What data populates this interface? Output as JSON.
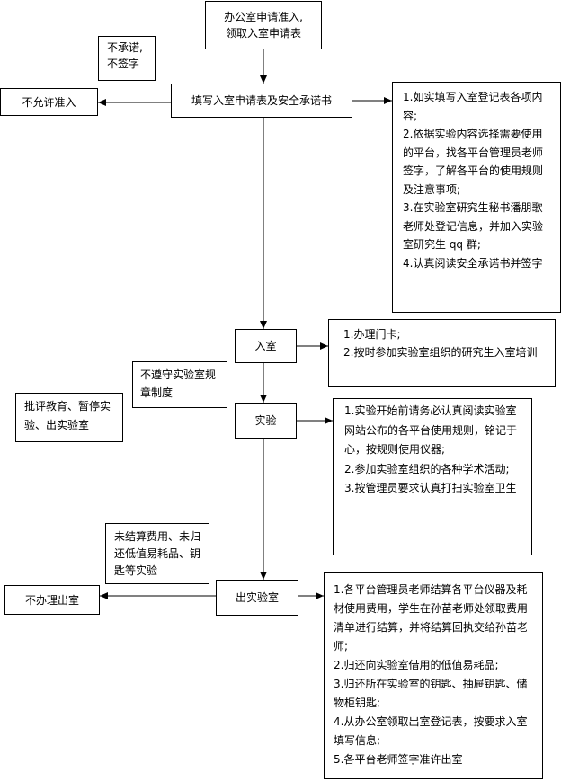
{
  "flow": {
    "apply": [
      "办公室申请准入,",
      "领取入室申请表"
    ],
    "fill_form": "填写入室申请表及安全承诺书",
    "no_promise": [
      "不承诺,",
      "不签字"
    ],
    "deny_entry": "不允许准入",
    "fill_notes": [
      "1.如实填写入室登记表各项内容;",
      "2.依据实验内容选择需要使用的平台，找各平台管理员老师签字，了解各平台的使用规则及注意事项;",
      "3.在实验室研究生秘书潘朋歌老师处登记信息，并加入实验室研究生 qq 群;",
      "4.认真阅读安全承诺书并签字"
    ],
    "enter": "入室",
    "enter_notes": [
      "1.办理门卡;",
      "2.按时参加实验室组织的研究生入室培训"
    ],
    "violation": "不遵守实验室规章制度",
    "punish": "批评教育、暂停实验、出实验室",
    "experiment": "实验",
    "experiment_notes": [
      "1.实验开始前请务必认真阅读实验室网站公布的各平台使用规则，铭记于心，按规则使用仪器;",
      "2.参加实验室组织的各种学术活动;",
      "3.按管理员要求认真打扫实验室卫生"
    ],
    "unsettled": "未结算费用、未归还低值易耗品、钥匙等实验",
    "no_exit": "不办理出室",
    "exit": "出实验室",
    "exit_notes": [
      "1.各平台管理员老师结算各平台仪器及耗材使用费用，学生在孙苗老师处领取费用清单进行结算，并将结算回执交给孙苗老师;",
      "2.归还向实验室借用的低值易耗品;",
      "3.归还所在实验室的钥匙、抽屉钥匙、储物柜钥匙;",
      "4.从办公室领取出室登记表，按要求入室填写信息;",
      "5.各平台老师签字准许出室"
    ]
  }
}
